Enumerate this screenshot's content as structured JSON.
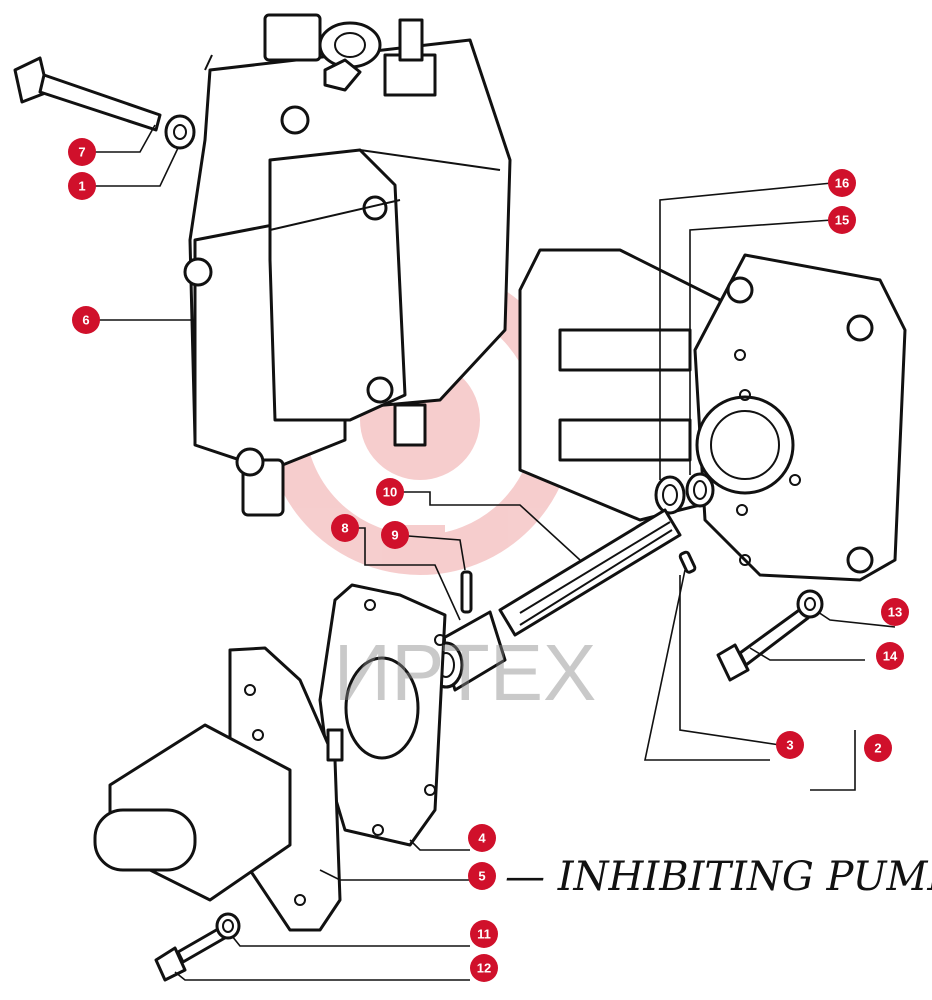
{
  "diagram": {
    "watermark_text": "ИРТEX",
    "handwritten_note": "— INHIBITING PUMP",
    "callouts": [
      {
        "id": "c1",
        "label": "1"
      },
      {
        "id": "c2",
        "label": "2"
      },
      {
        "id": "c3",
        "label": "3"
      },
      {
        "id": "c4",
        "label": "4"
      },
      {
        "id": "c5",
        "label": "5"
      },
      {
        "id": "c6",
        "label": "6"
      },
      {
        "id": "c7",
        "label": "7"
      },
      {
        "id": "c8",
        "label": "8"
      },
      {
        "id": "c9",
        "label": "9"
      },
      {
        "id": "c10",
        "label": "10"
      },
      {
        "id": "c11",
        "label": "11"
      },
      {
        "id": "c12",
        "label": "12"
      },
      {
        "id": "c13",
        "label": "13"
      },
      {
        "id": "c14",
        "label": "14"
      },
      {
        "id": "c15",
        "label": "15"
      },
      {
        "id": "c16",
        "label": "16"
      }
    ],
    "colors": {
      "callout": "#d0102b",
      "line": "#111111",
      "watermark": "#e8a0a0"
    }
  }
}
